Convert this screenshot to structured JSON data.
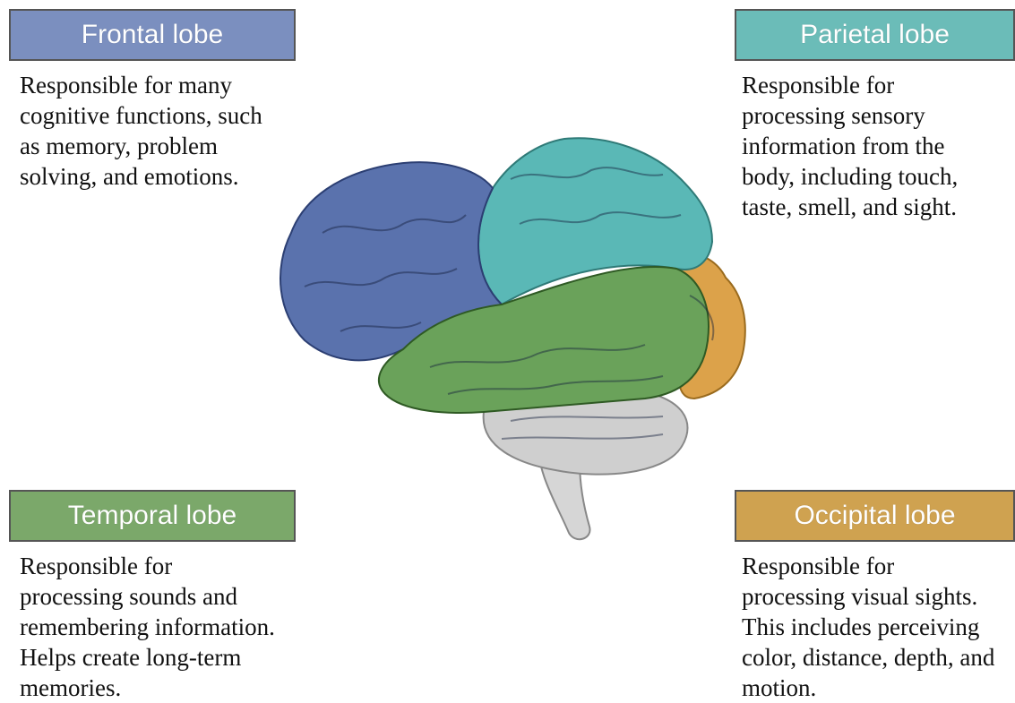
{
  "lobes": {
    "frontal": {
      "title": "Frontal lobe",
      "color": "#7b8fbf",
      "lines": [
        "Responsible for many",
        "cognitive functions, such",
        "as memory, problem",
        "solving, and emotions."
      ]
    },
    "parietal": {
      "title": "Parietal lobe",
      "color": "#6bbcb8",
      "lines": [
        "Responsible for",
        "processing sensory",
        "information from the",
        "body, including touch,",
        "taste, smell, and sight."
      ]
    },
    "temporal": {
      "title": "Temporal lobe",
      "color": "#7ba86a",
      "lines": [
        "Responsible for",
        "processing sounds and",
        "remembering information.",
        "Helps create long-term",
        "memories."
      ]
    },
    "occipital": {
      "title": "Occipital lobe",
      "color": "#cfa250",
      "lines": [
        "Responsible for",
        "processing visual sights.",
        "This includes perceiving",
        "color, distance, depth, and",
        "motion."
      ]
    }
  },
  "brain_colors": {
    "frontal": "#5a72ad",
    "parietal": "#5ab8b6",
    "temporal": "#6aa25a",
    "occipital": "#dca24a",
    "cerebellum": "#cfcfcf",
    "brainstem": "#d6d6d6"
  }
}
